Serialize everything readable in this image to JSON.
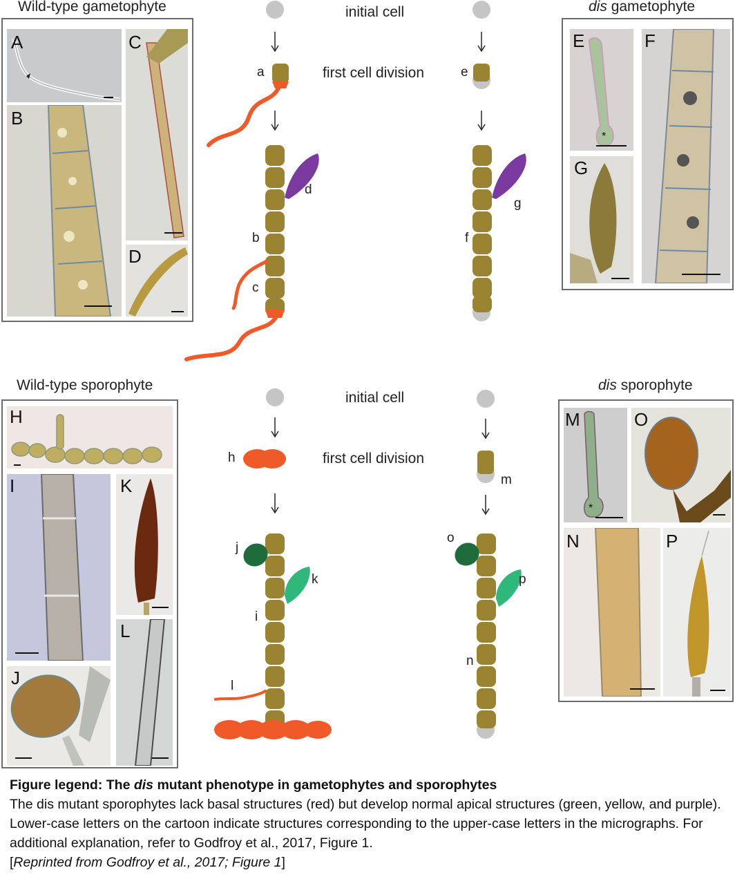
{
  "titles": {
    "wt_gametophyte": "Wild-type gametophyte",
    "dis_gametophyte_em": "dis",
    "dis_gametophyte_rest": " gametophyte",
    "wt_sporophyte": "Wild-type sporophyte",
    "dis_sporophyte_em": "dis",
    "dis_sporophyte_rest": " sporophyte"
  },
  "stages": {
    "initial_cell": "initial cell",
    "first_division": "first cell division"
  },
  "panel_letters": [
    "A",
    "B",
    "C",
    "D",
    "E",
    "F",
    "G",
    "H",
    "I",
    "J",
    "K",
    "L",
    "M",
    "N",
    "O",
    "P"
  ],
  "cartoon_letters": [
    "a",
    "b",
    "c",
    "d",
    "e",
    "f",
    "g",
    "h",
    "i",
    "j",
    "k",
    "l",
    "m",
    "n",
    "o",
    "p"
  ],
  "colors": {
    "stalk": "#9a8432",
    "basal_red": "#f05a28",
    "purple": "#7a3aa0",
    "dark_green": "#1e6b3c",
    "light_green": "#2fb87a",
    "grey_cell": "#c5c5c5"
  },
  "legend": {
    "bold_start": "Figure legend: The ",
    "bold_em": "dis",
    "bold_end": " mutant phenotype in gametophytes and sporophytes",
    "body": "The dis mutant sporophytes lack basal structures (red) but develop normal apical structures (green, yellow, and purple). Lower-case letters on the cartoon indicate structures corresponding to the upper-case letters in the micrographs. For additional explanation, refer to Godfroy et al., 2017, Figure 1.",
    "citation": "Reprinted from Godfroy et al., 2017; Figure 1",
    "open_bracket": "[",
    "close_bracket": "]"
  }
}
